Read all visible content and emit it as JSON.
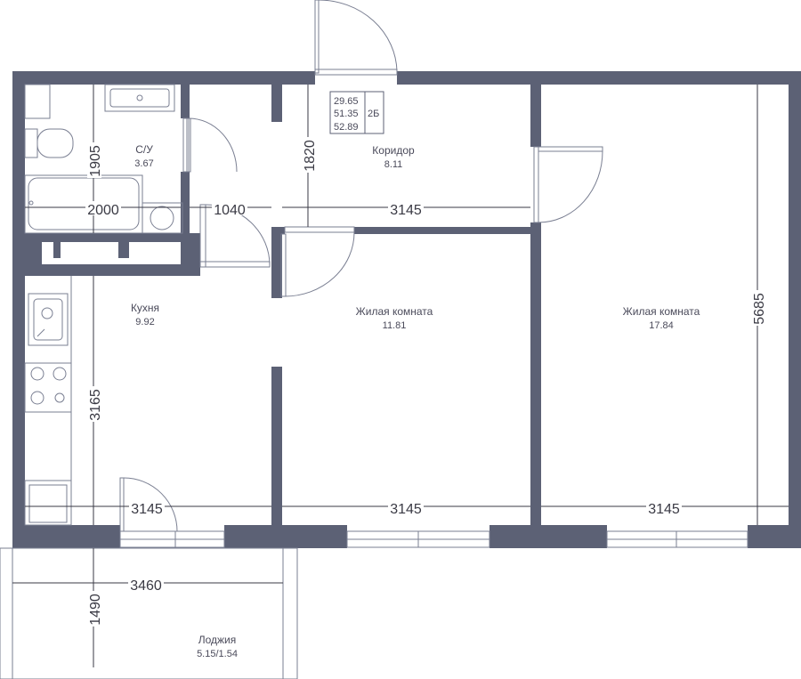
{
  "colors": {
    "wall": "#5c6175",
    "line": "#7a7f92",
    "dim": "#3a3a44",
    "text": "#4a4a5a"
  },
  "info_box": {
    "living": "29.65",
    "total": "51.35",
    "total_with_loggia": "52.89",
    "type": "2Б"
  },
  "rooms": {
    "bathroom": {
      "name": "С/У",
      "area": "3.67"
    },
    "corridor": {
      "name": "Коридор",
      "area": "8.11"
    },
    "kitchen": {
      "name": "Кухня",
      "area": "9.92"
    },
    "living_room_1": {
      "name": "Жилая комната",
      "area": "11.81"
    },
    "living_room_2": {
      "name": "Жилая комната",
      "area": "17.84"
    },
    "loggia": {
      "name": "Лоджия",
      "area": "5.15/1.54"
    }
  },
  "dimensions": {
    "bath_height": "1905",
    "bath_width": "2000",
    "corridor_height": "1820",
    "hall_width": "1040",
    "corridor_width": "3145",
    "kitchen_height": "3165",
    "kitchen_width": "3145",
    "room1_width": "3145",
    "room2_width": "3145",
    "room2_height": "5685",
    "loggia_width": "3460",
    "loggia_height": "1490"
  }
}
